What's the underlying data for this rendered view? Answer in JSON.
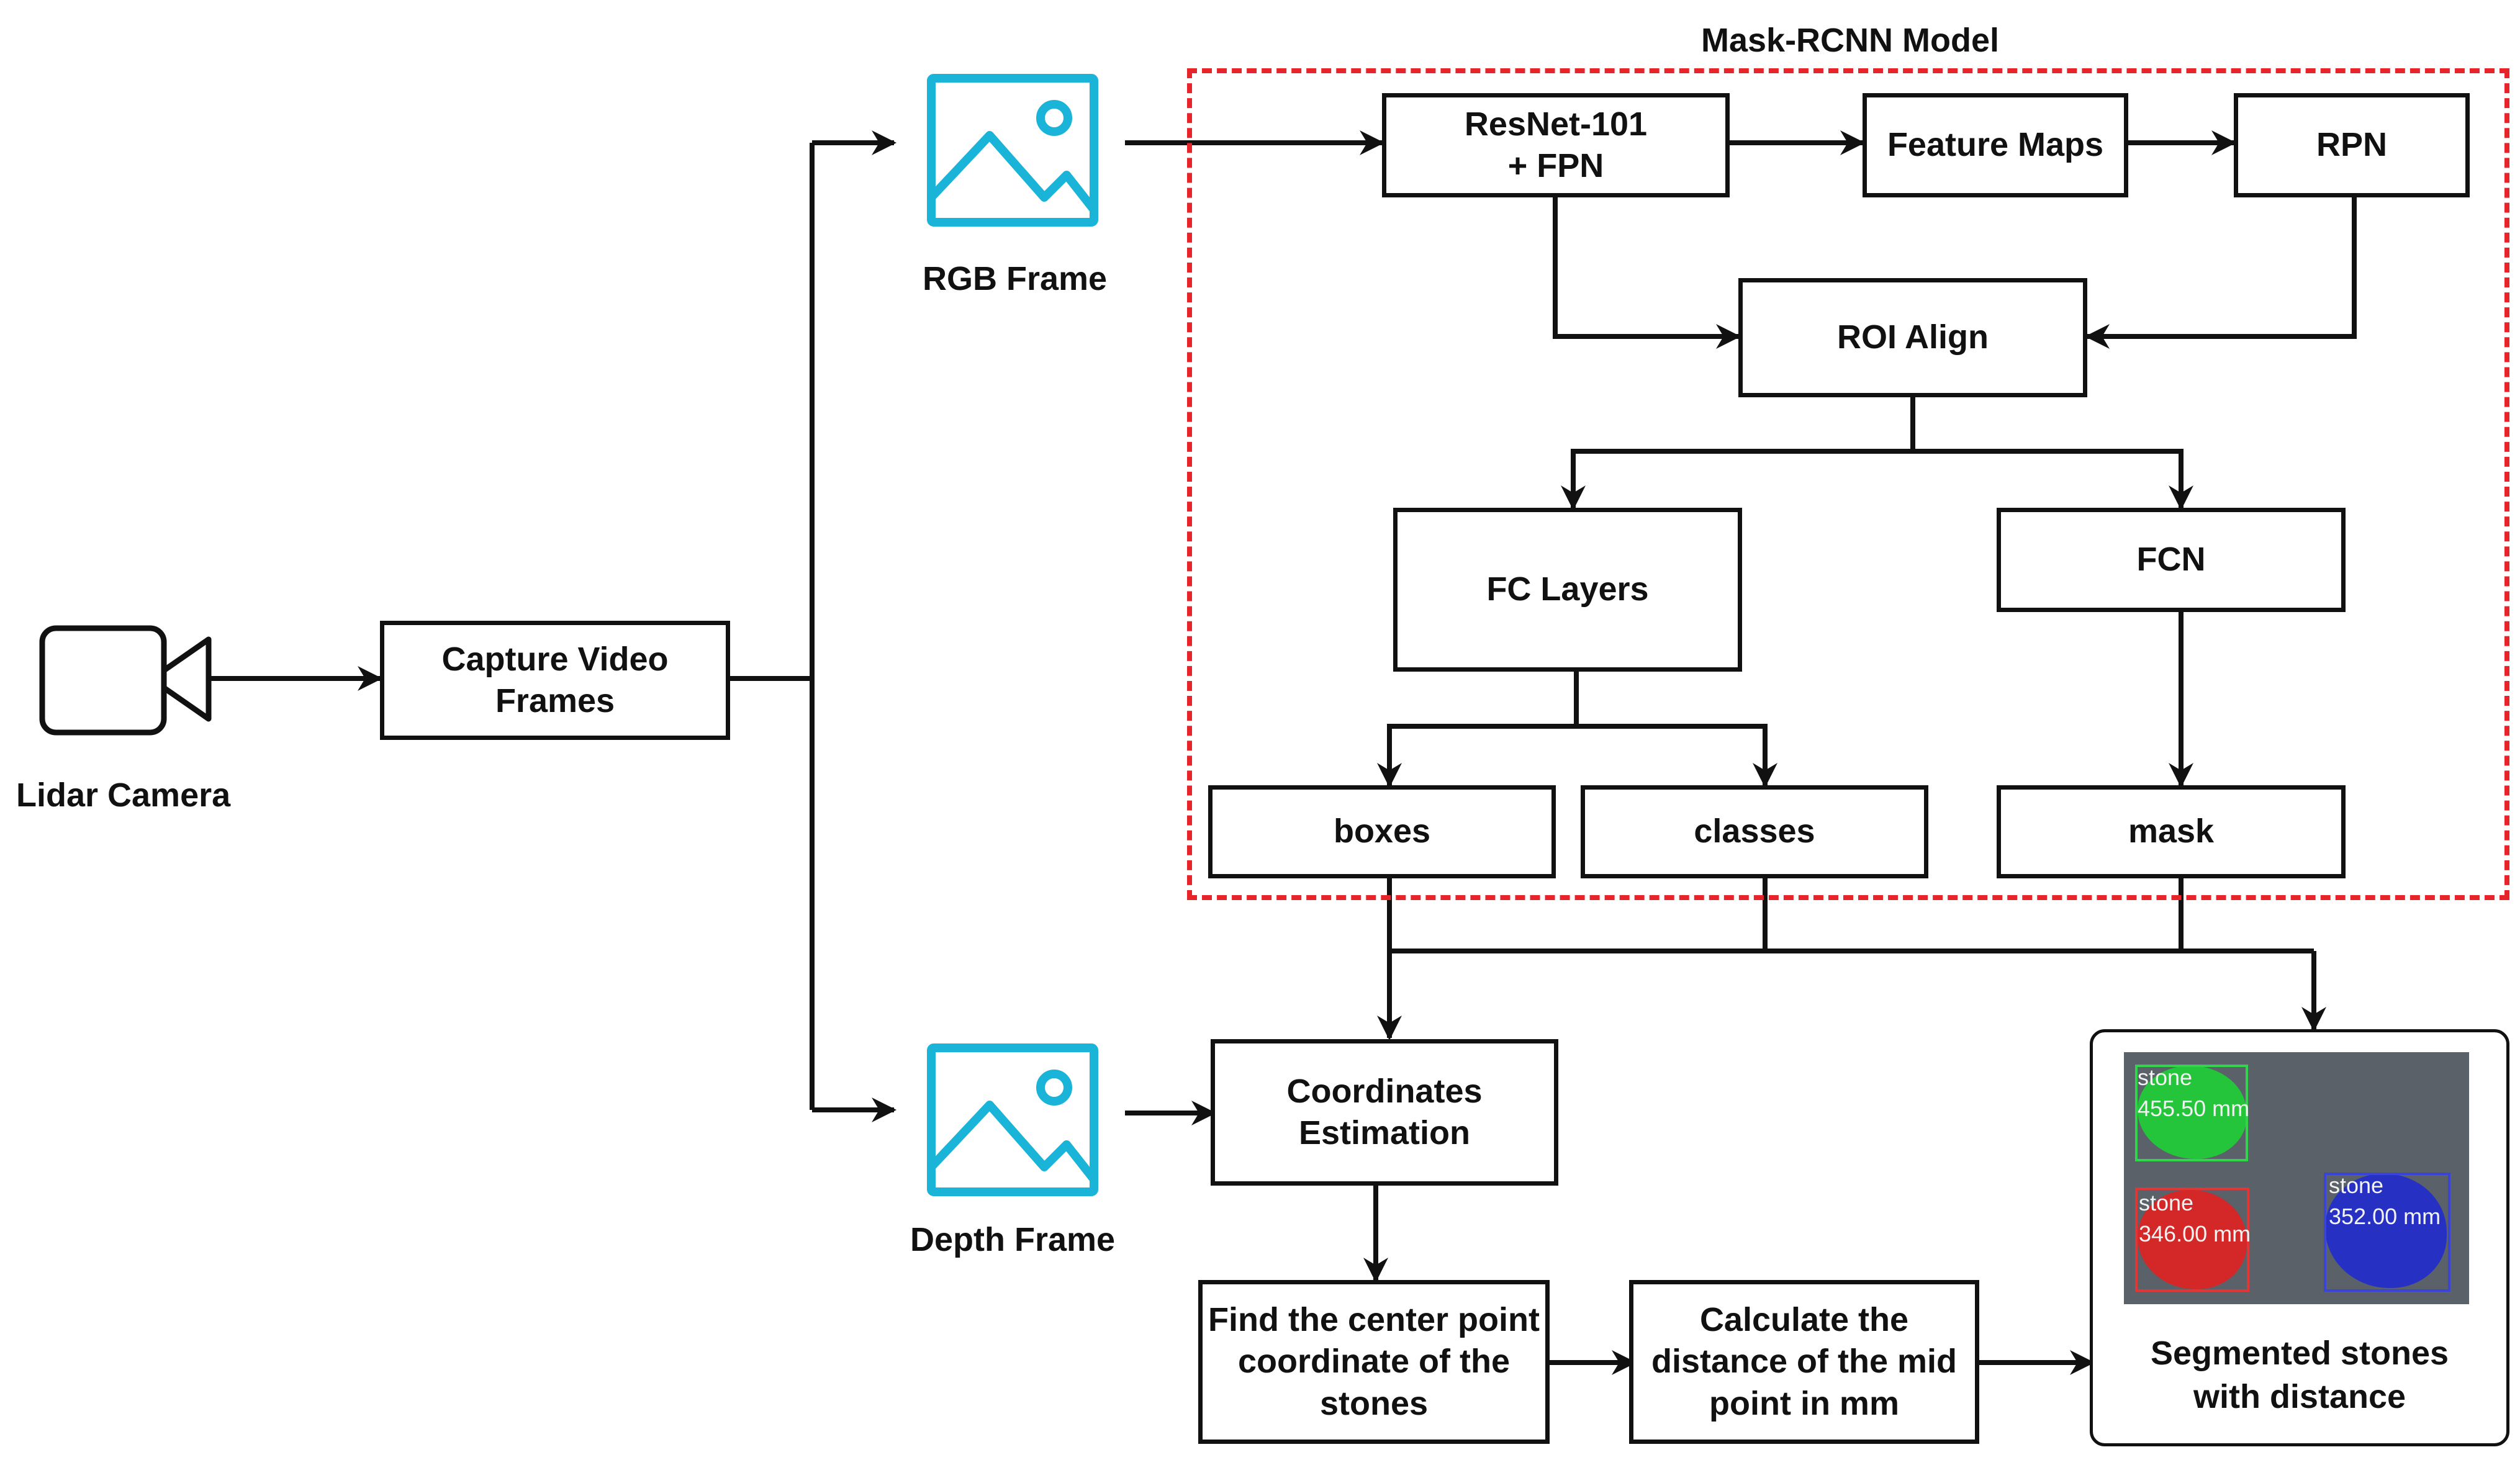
{
  "title": "Mask-RCNN Model",
  "camera": {
    "label": "Lidar Camera"
  },
  "capture": {
    "line1": "Capture Video",
    "line2": "Frames"
  },
  "rgb_frame": {
    "label": "RGB Frame"
  },
  "depth_frame": {
    "label": "Depth Frame"
  },
  "model": {
    "backbone": {
      "line1": "ResNet-101",
      "line2": "+ FPN"
    },
    "feature_maps": "Feature Maps",
    "rpn": "RPN",
    "roi_align": "ROI Align",
    "fc_layers": "FC Layers",
    "fcn": "FCN",
    "boxes": "boxes",
    "classes": "classes",
    "mask": "mask"
  },
  "coords": {
    "line1": "Coordinates",
    "line2": "Estimation"
  },
  "center_point": {
    "line1": "Find the center point",
    "line2": "coordinate of the",
    "line3": "stones"
  },
  "distance": {
    "line1": "Calculate the",
    "line2": "distance of the mid",
    "line3": "point in mm"
  },
  "result": {
    "line1": "Segmented stones",
    "line2": "with distance",
    "detections": [
      {
        "label": "stone",
        "value": "455.50  mm",
        "color": "#21c13a"
      },
      {
        "label": "stone",
        "value": "346.00  mm",
        "color": "#d62a2a"
      },
      {
        "label": "stone",
        "value": "352.00  mm",
        "color": "#2b33c9"
      }
    ]
  },
  "colors": {
    "dashed_border": "#e8242b",
    "image_icon": "#19b4d8",
    "line": "#111111"
  }
}
